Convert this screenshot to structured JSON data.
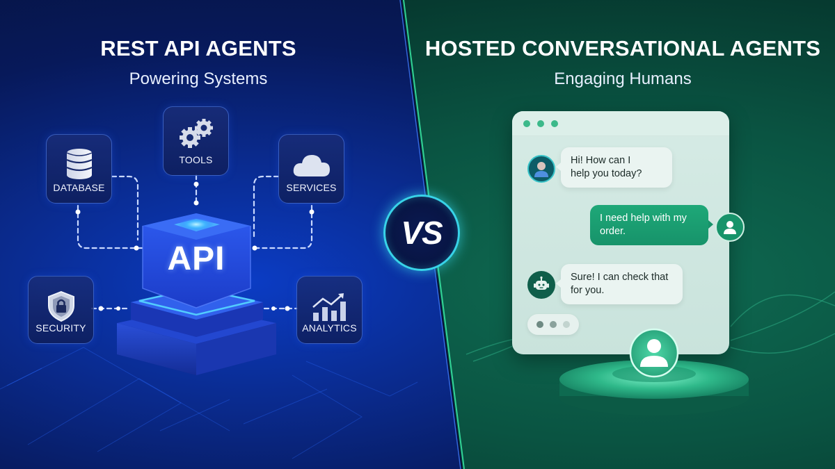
{
  "left": {
    "title": "REST API AGENTS",
    "subtitle": "Powering Systems",
    "cube_label": "API",
    "nodes": [
      {
        "id": "database",
        "label": "DATABASE",
        "icon": "database-icon"
      },
      {
        "id": "tools",
        "label": "TOOLS",
        "icon": "gears-icon"
      },
      {
        "id": "services",
        "label": "SERVICES",
        "icon": "cloud-icon"
      },
      {
        "id": "security",
        "label": "SECURITY",
        "icon": "shield-lock-icon"
      },
      {
        "id": "analytics",
        "label": "ANALYTICS",
        "icon": "bar-chart-trend-icon"
      }
    ],
    "colors": {
      "accent": "#2f6bff",
      "bg": "#07195a"
    }
  },
  "versus": {
    "label": "VS",
    "ring_color": "#38d3e8"
  },
  "right": {
    "title": "HOSTED CONVERSATIONAL AGENTS",
    "subtitle": "Engaging Humans",
    "chat": {
      "messages": [
        {
          "role": "agent",
          "text_lines": [
            "Hi! How can I",
            "help you today?"
          ],
          "avatar": "person-avatar-icon"
        },
        {
          "role": "user",
          "text_lines": [
            "I need help with my",
            "order."
          ],
          "avatar": "user-icon"
        },
        {
          "role": "bot",
          "text_lines": [
            "Sure! I can check that",
            "for you."
          ],
          "avatar": "robot-icon"
        }
      ],
      "typing_indicator": true
    },
    "colors": {
      "accent": "#1ea878",
      "bg": "#0a5442"
    }
  }
}
